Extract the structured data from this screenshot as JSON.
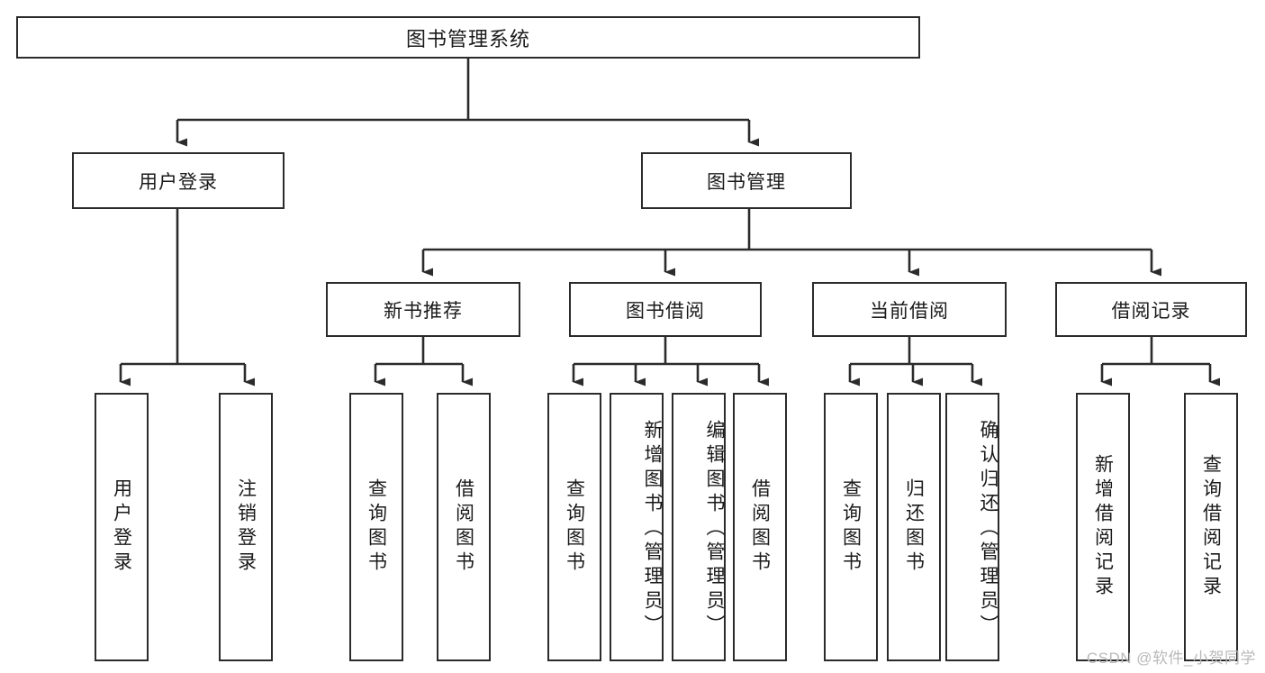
{
  "diagram": {
    "title": "图书管理系统",
    "type": "tree-hierarchy",
    "root": {
      "label": "图书管理系统"
    },
    "level1": [
      {
        "label": "用户登录"
      },
      {
        "label": "图书管理"
      }
    ],
    "level2": [
      {
        "label": "新书推荐"
      },
      {
        "label": "图书借阅"
      },
      {
        "label": "当前借阅"
      },
      {
        "label": "借阅记录"
      }
    ],
    "leaves": {
      "user_login": [
        {
          "label": "用户登录"
        },
        {
          "label": "注销登录"
        }
      ],
      "new_book_recommend": [
        {
          "label": "查询图书"
        },
        {
          "label": "借阅图书"
        }
      ],
      "book_borrow": [
        {
          "label": "查询图书"
        },
        {
          "label": "新增图书（管理员）"
        },
        {
          "label": "编辑图书（管理员）"
        },
        {
          "label": "借阅图书"
        }
      ],
      "current_borrow": [
        {
          "label": "查询图书"
        },
        {
          "label": "归还图书"
        },
        {
          "label": "确认归还（管理员）"
        }
      ],
      "borrow_records": [
        {
          "label": "新增借阅记录"
        },
        {
          "label": "查询借阅记录"
        }
      ]
    }
  },
  "watermark": {
    "text": "CSDN @软件_小贺同学"
  },
  "colors": {
    "background": "#ffffff",
    "border": "#2b2b2b",
    "text": "#1a1a1a",
    "watermark": "#b9b9b9"
  }
}
